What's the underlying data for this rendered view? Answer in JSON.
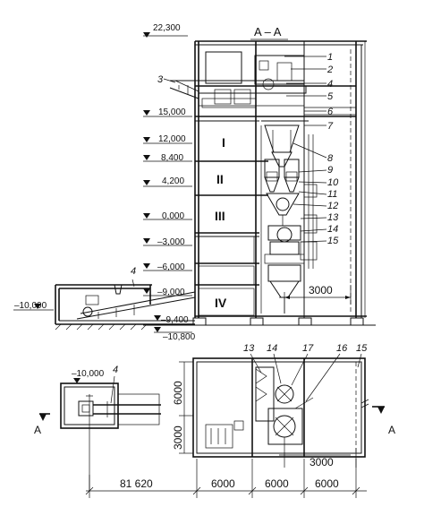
{
  "section_title": "A – A",
  "section_mark_left": "A",
  "section_mark_right": "A",
  "elevations": [
    "22,300",
    "15,000",
    "12,000",
    "8,400",
    "4,200",
    "0,000",
    "–3,000",
    "–6,000",
    "–9,000",
    "–9,400",
    "–10,800",
    "–10,000"
  ],
  "plan_elevation": "–10,000",
  "floors": [
    "I",
    "II",
    "III",
    "IV"
  ],
  "callouts_right": [
    "1",
    "2",
    "4",
    "5",
    "6",
    "7",
    "8",
    "9",
    "10",
    "11",
    "12",
    "13",
    "14",
    "15"
  ],
  "callout_left_3": "3",
  "callout_left_4": "4",
  "callout_plan_left_4": "4",
  "plan_callouts": [
    "13",
    "14",
    "17",
    "16",
    "15"
  ],
  "dims": {
    "section_3000": "3000",
    "plan_6000_vertical": "6000",
    "plan_3000_vertical": "3000",
    "plan_3000_horizontal": "3000",
    "bottom_81620": "81 620",
    "bottom_6000_a": "6000",
    "bottom_6000_b": "6000",
    "bottom_6000_c": "6000"
  }
}
